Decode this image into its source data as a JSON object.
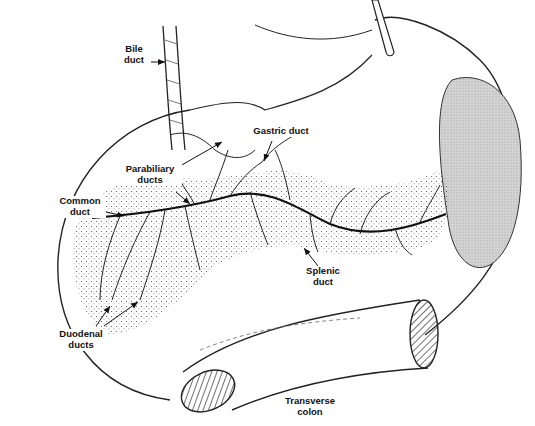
{
  "diagram": {
    "labels": [
      "Bile duct",
      "Gastric duct",
      "Parabiliary ducts",
      "Common duct",
      "Splenic duct",
      "Duodenal ducts",
      "Transverse colon"
    ]
  }
}
